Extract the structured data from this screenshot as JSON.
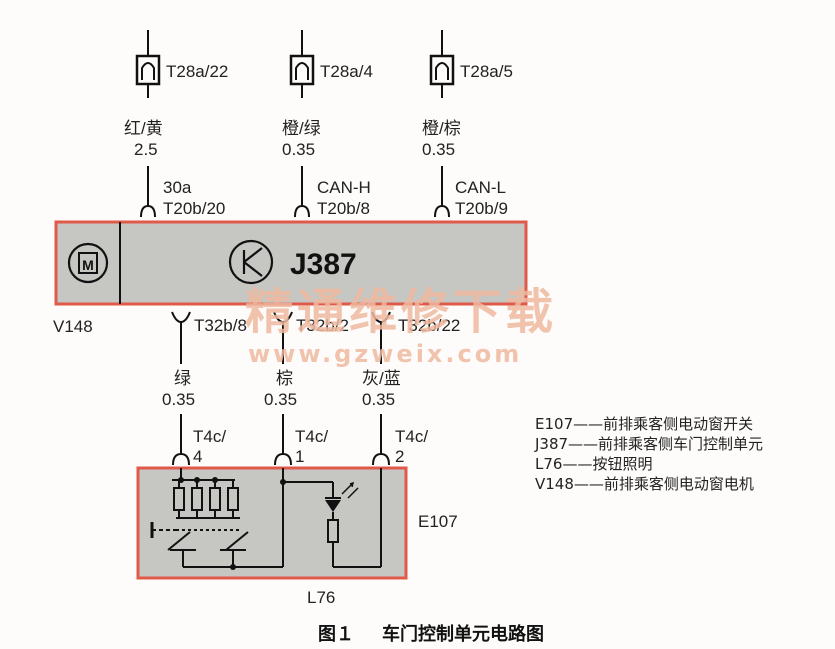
{
  "fuses": [
    {
      "label": "T28a/22"
    },
    {
      "label": "T28a/4"
    },
    {
      "label": "T28a/5"
    }
  ],
  "top_wires": [
    {
      "color": "红/黄",
      "size": "2.5"
    },
    {
      "color": "橙/绿",
      "size": "0.35"
    },
    {
      "color": "橙/棕",
      "size": "0.35"
    }
  ],
  "top_pins": [
    {
      "signal": "30a",
      "pin": "T20b/20"
    },
    {
      "signal": "CAN-H",
      "pin": "T20b/8"
    },
    {
      "signal": "CAN-L",
      "pin": "T20b/9"
    }
  ],
  "control_unit": {
    "name": "J387",
    "motor": "V148"
  },
  "bottom_pins": [
    "T32b/8",
    "T32b/2",
    "T32b/22"
  ],
  "watermark": {
    "line1": "精通维修下载",
    "line2": "www.gzweix.com"
  },
  "bottom_wires": [
    {
      "color": "绿",
      "size": "0.35"
    },
    {
      "color": "棕",
      "size": "0.35"
    },
    {
      "color": "灰/蓝",
      "size": "0.35"
    }
  ],
  "switch_pins": [
    {
      "conn": "T4c/",
      "num": "4"
    },
    {
      "conn": "T4c/",
      "num": "1"
    },
    {
      "conn": "T4c/",
      "num": "2"
    }
  ],
  "switch_box": {
    "name": "E107",
    "lamp": "L76"
  },
  "legend": [
    "E107——前排乘客侧电动窗开关",
    "J387——前排乘客侧车门控制单元",
    "L76——按钮照明",
    "V148——前排乘客侧电动窗电机"
  ],
  "caption": {
    "prefix": "图１",
    "title": "车门控制单元电路图"
  },
  "colors": {
    "box_border": "#e05a4a",
    "box_fill": "#c6c6c2",
    "wire": "#111111",
    "watermark": "#f0b99f"
  }
}
